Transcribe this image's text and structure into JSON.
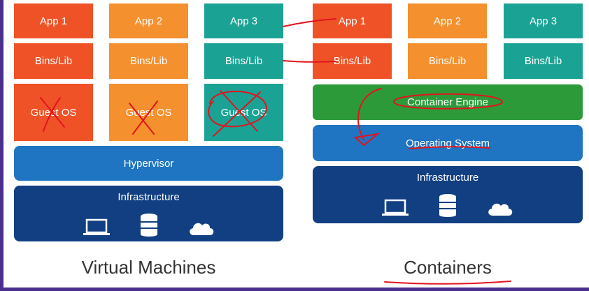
{
  "vm": {
    "apps": [
      "App 1",
      "App 2",
      "App 3"
    ],
    "bins": [
      "Bins/Lib",
      "Bins/Lib",
      "Bins/Lib"
    ],
    "guest_os": [
      "Guest OS",
      "Guest OS",
      "Guest OS"
    ],
    "hypervisor": "Hypervisor",
    "infrastructure": "Infrastructure",
    "caption": "Virtual Machines"
  },
  "containers": {
    "apps": [
      "App 1",
      "App 2",
      "App 3"
    ],
    "bins": [
      "Bins/Lib",
      "Bins/Lib",
      "Bins/Lib"
    ],
    "engine": "Container Engine",
    "os": "Operating System",
    "infrastructure": "Infrastructure",
    "caption": "Containers"
  },
  "icons": [
    "laptop-icon",
    "database-icon",
    "cloud-icon"
  ],
  "colors": {
    "red": "#ef5226",
    "orange": "#f4902d",
    "teal": "#1aa394",
    "green": "#2d9a3a",
    "blue": "#1f75c2",
    "navy": "#113f82",
    "ink": "#e1141e"
  }
}
